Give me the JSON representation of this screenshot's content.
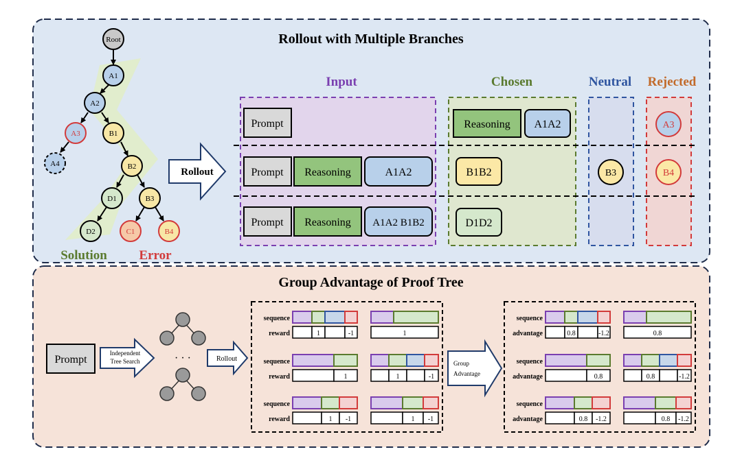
{
  "top_panel": {
    "title": "Rollout with Multiple Branches",
    "tree": {
      "nodes": {
        "root": "Root",
        "a1": "A1",
        "a2": "A2",
        "a3": "A3",
        "a4": "A4",
        "b1": "B1",
        "b2": "B2",
        "d1": "D1",
        "d2": "D2",
        "b3": "B3",
        "c1": "C1",
        "b4": "B4"
      },
      "solution_label": "Solution",
      "error_label": "Error"
    },
    "rollout_label": "Rollout",
    "columns": {
      "input": "Input",
      "chosen": "Chosen",
      "neutral": "Neutral",
      "rejected": "Rejected"
    },
    "rows": [
      {
        "prompt": "Prompt",
        "reasoning": "",
        "steps": "",
        "chosen_reasoning": "Reasoning",
        "chosen_steps": "A1A2",
        "neutral": "",
        "rejected": "A3"
      },
      {
        "prompt": "Prompt",
        "reasoning": "Reasoning",
        "steps": "A1A2",
        "chosen_steps": "B1B2",
        "neutral": "B3",
        "rejected": "B4"
      },
      {
        "prompt": "Prompt",
        "reasoning": "Reasoning",
        "steps": "A1A2 B1B2",
        "chosen_steps": "D1D2",
        "neutral": "",
        "rejected": ""
      }
    ]
  },
  "bottom_panel": {
    "title": "Group Advantage of Proof Tree",
    "prompt": "Prompt",
    "search_arrow": [
      "Independent",
      "Tree Search"
    ],
    "dots": "· · ·",
    "rollout_label": "Rollout",
    "group_arrow": [
      "Group",
      "Advantage"
    ],
    "row_labels": {
      "sequence": "sequence",
      "reward": "reward",
      "advantage": "advantage"
    },
    "reward_groups": [
      {
        "values": [
          "1",
          "-1"
        ]
      },
      {
        "values": [
          "1"
        ]
      },
      {
        "values": [
          "1"
        ]
      },
      {
        "values": [
          "1",
          "-1"
        ]
      },
      {
        "values": [
          "1",
          "-1"
        ]
      },
      {
        "values": [
          "1",
          "-1"
        ]
      }
    ],
    "advantage_groups": [
      {
        "values": [
          "0.8",
          "-1.2"
        ]
      },
      {
        "values": [
          "0.8"
        ]
      },
      {
        "values": [
          "0.8"
        ]
      },
      {
        "values": [
          "0.8",
          "-1.2"
        ]
      },
      {
        "values": [
          "0.8",
          "-1.2"
        ]
      },
      {
        "values": [
          "0.8",
          "-1.2"
        ]
      }
    ]
  },
  "colors": {
    "top_bg": "#dde7f3",
    "bottom_bg": "#f6e3d9",
    "panel_border": "#1f2c4a",
    "purple": "#7a3fb0",
    "green": "#5a7a2e",
    "blue": "#2f55a0",
    "red": "#d23a3a",
    "orange": "#c26a2a",
    "prompt_fill": "#d9d9d9",
    "reasoning_fill": "#93c47d",
    "step_fill": "#b8d0ea",
    "seg_purple": "#d9cbec",
    "seg_green": "#d5e8cc",
    "seg_blue": "#c7d7ea",
    "seg_red": "#f4d2d2"
  }
}
